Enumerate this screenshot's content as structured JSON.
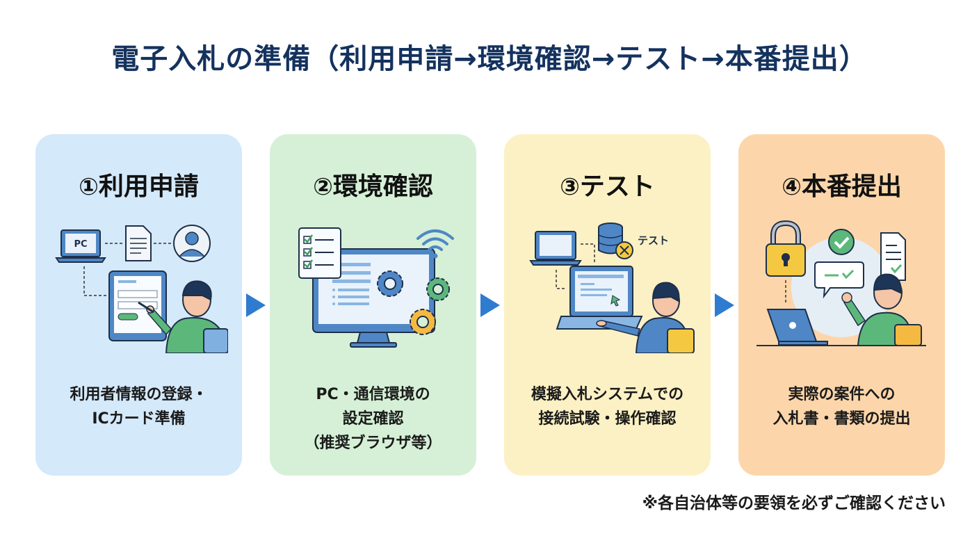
{
  "title": "電子入札の準備（利用申請→環境確認→テスト→本番提出）",
  "steps": [
    {
      "number": "①",
      "label": "利用申請",
      "description_lines": [
        "利用者情報の登録・",
        "ICカード準備"
      ],
      "illustration": "user-registration-illustration",
      "illustration_text": "PC",
      "color": "#d4e9fa"
    },
    {
      "number": "②",
      "label": "環境確認",
      "description_lines": [
        "PC・通信環境の",
        "設定確認",
        "（推奨ブラウザ等）"
      ],
      "illustration": "environment-check-illustration",
      "color": "#d5f0d6"
    },
    {
      "number": "③",
      "label": "テスト",
      "description_lines": [
        "模擬入札システムでの",
        "接続試験・操作確認"
      ],
      "illustration": "test-illustration",
      "illustration_text": "テスト",
      "color": "#fcf1c4"
    },
    {
      "number": "④",
      "label": "本番提出",
      "description_lines": [
        "実際の案件への",
        "入札書・書類の提出"
      ],
      "illustration": "submission-illustration",
      "color": "#fcd6aa"
    }
  ],
  "arrow_icon": "triangle-right-icon",
  "accent_color": "#2f7bd0",
  "note": "※各自治体等の要領を必ずご確認ください"
}
